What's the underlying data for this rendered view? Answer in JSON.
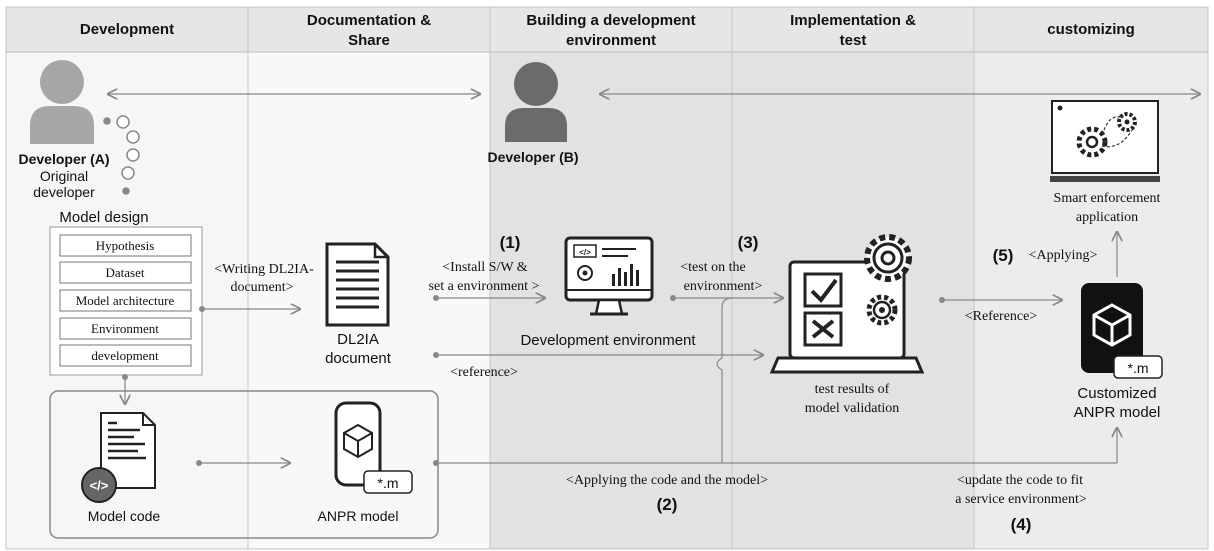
{
  "columns": [
    {
      "line1": "Development",
      "line2": ""
    },
    {
      "line1": "Documentation &",
      "line2": "Share"
    },
    {
      "line1": "Building a development",
      "line2": "environment"
    },
    {
      "line1": "Implementation &",
      "line2": "test"
    },
    {
      "line1": "customizing",
      "line2": ""
    }
  ],
  "developer_a": {
    "name": "Developer (A)",
    "role_line1": "Original",
    "role_line2": "developer"
  },
  "developer_b": {
    "name": "Developer (B)"
  },
  "model_design": {
    "title": "Model design",
    "items": [
      "Hypothesis",
      "Dataset",
      "Model architecture",
      "Environment",
      "development"
    ]
  },
  "model_code": {
    "label": "Model code"
  },
  "anpr_model": {
    "label": "ANPR model",
    "ext": "*.m"
  },
  "dl2ia": {
    "line1": "DL2IA",
    "line2": "document"
  },
  "dev_env": {
    "label": "Development environment"
  },
  "test_results": {
    "line1": "test results of",
    "line2": "model validation"
  },
  "smart_app": {
    "line1": "Smart enforcement",
    "line2": "application"
  },
  "custom_model": {
    "line1": "Customized",
    "line2": "ANPR model",
    "ext": "*.m"
  },
  "steps": {
    "s1": "(1)",
    "s2": "(2)",
    "s3": "(3)",
    "s4": "(4)",
    "s5": "(5)"
  },
  "arrows": {
    "writing_1": "<Writing DL2IA-",
    "writing_2": "document>",
    "install_1": "<Install S/W  &",
    "install_2": "set a environment >",
    "test_env_1": "<test on the",
    "test_env_2": "environment>",
    "reference_low": "<reference>",
    "reference_right": "<Reference>",
    "applying": "<Applying>",
    "applying_code": "<Applying the code and the model>",
    "update_1": "<update the code to fit",
    "update_2": "a service environment>"
  }
}
